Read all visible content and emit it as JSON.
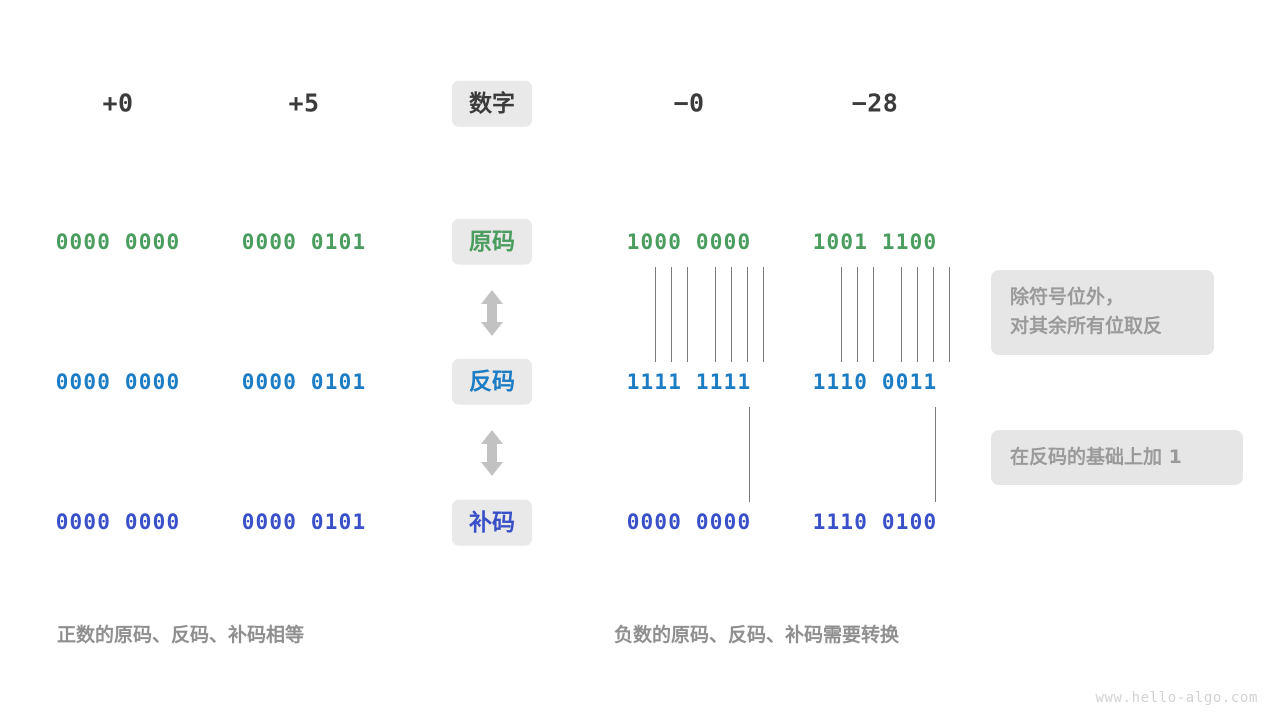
{
  "diagram": {
    "title_row": {
      "label": "数字",
      "values": [
        "+0",
        "+5",
        "−0",
        "−28"
      ]
    },
    "rows": [
      {
        "label": "原码",
        "color": "#4a9d5f",
        "values": [
          "0000 0000",
          "0000 0101",
          "1000 0000",
          "1001 1100"
        ]
      },
      {
        "label": "反码",
        "color": "#1c7cc4",
        "values": [
          "0000 0000",
          "0000 0101",
          "1111 1111",
          "1110 0011"
        ]
      },
      {
        "label": "补码",
        "color": "#3a50c8",
        "values": [
          "0000 0000",
          "0000 0101",
          "0000 0000",
          "1110 0100"
        ]
      }
    ],
    "notes": [
      {
        "text": "除符号位外，\n对其余所有位取反"
      },
      {
        "text": "在反码的基础上加  1"
      }
    ],
    "captions": [
      "正数的原码、反码、补码相等",
      "负数的原码、反码、补码需要转换"
    ],
    "watermark": "www.hello-algo.com",
    "colors": {
      "badge_bg": "#e9e9e9",
      "note_bg": "#e6e6e6",
      "note_text": "#9a9a9a",
      "caption_text": "#8f8f8f",
      "arrow": "#c2c2c2",
      "line": "#7b7b7b",
      "header_text": "#3b3b3b"
    }
  }
}
